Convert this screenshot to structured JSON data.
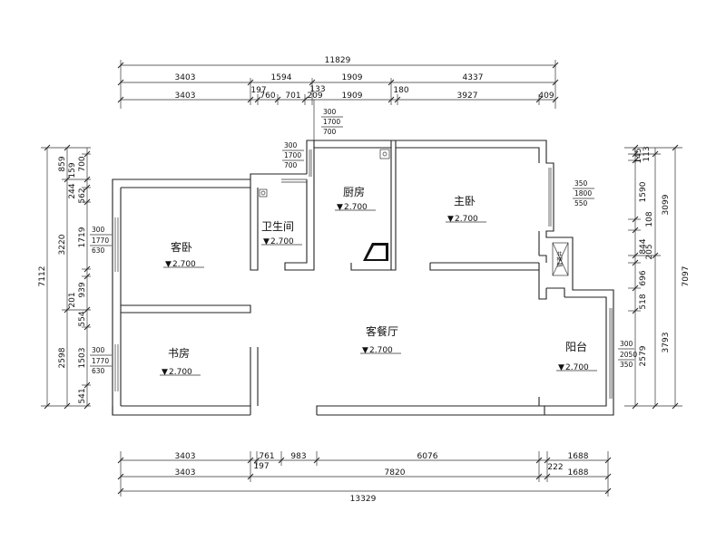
{
  "top_dims": {
    "overall": "11829",
    "row1": [
      "3403",
      "1594",
      "1909",
      "4337"
    ],
    "row2": [
      "3403",
      "197",
      "760",
      "701",
      "209",
      "1909",
      "180",
      "3927",
      "409"
    ],
    "row2_extra": "133"
  },
  "bottom_dims": {
    "row1": [
      "3403",
      "761",
      "983",
      "6076",
      "1688"
    ],
    "row1_extra": "197",
    "row2": [
      "3403",
      "7820",
      "222",
      "1688"
    ],
    "overall": "13329"
  },
  "left_dims": {
    "overall": "7112",
    "outer": [
      "859",
      "3220",
      "2598"
    ],
    "inner": [
      "159",
      "700",
      "244",
      "562",
      "1719",
      "201",
      "939",
      "554",
      "1503",
      "541"
    ]
  },
  "right_dims": {
    "overall": "7097",
    "outer": [
      "3099",
      "3793"
    ],
    "inner": [
      "113",
      "145",
      "1590",
      "108",
      "844",
      "205",
      "696",
      "518",
      "2579"
    ]
  },
  "rooms": [
    {
      "name": "客卧",
      "elev": "2.700"
    },
    {
      "name": "卫生间",
      "elev": "2.700"
    },
    {
      "name": "厨房",
      "elev": "2.700"
    },
    {
      "name": "主卧",
      "elev": "2.700"
    },
    {
      "name": "书房",
      "elev": "2.700"
    },
    {
      "name": "客餐厅",
      "elev": "2.700"
    },
    {
      "name": "阳台",
      "elev": "2.700"
    }
  ],
  "windows": [
    {
      "lines": [
        "300",
        "1700",
        "700"
      ]
    },
    {
      "lines": [
        "300",
        "1700",
        "700"
      ]
    },
    {
      "lines": [
        "350",
        "1800",
        "550"
      ]
    },
    {
      "lines": [
        "300",
        "1770",
        "630"
      ]
    },
    {
      "lines": [
        "300",
        "1770",
        "630"
      ]
    },
    {
      "lines": [
        "300",
        "2050",
        "350"
      ]
    }
  ],
  "shaft_label": "管道井"
}
